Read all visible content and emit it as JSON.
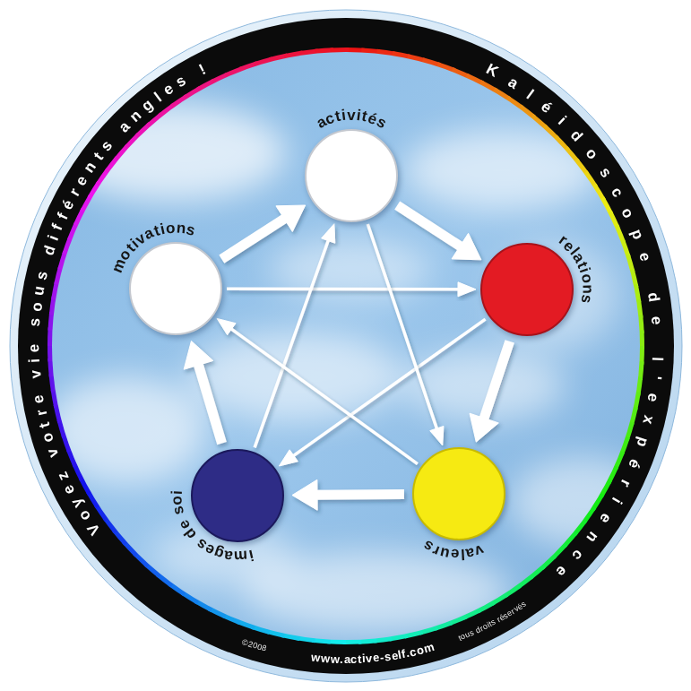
{
  "diagram": {
    "nodes": [
      {
        "text": [
          "activités"
        ]
      },
      {
        "text": [
          "relations"
        ]
      },
      {
        "text": [
          "valeurs"
        ]
      },
      {
        "text": [
          "images de soi"
        ]
      },
      {
        "text": [
          "motivations"
        ]
      }
    ],
    "edges": [
      {
        "from": 4,
        "to": 0,
        "arrow": "to"
      },
      {
        "from": 0,
        "to": 1,
        "arrow": "to"
      },
      {
        "from": 1,
        "to": 2,
        "arrow": "to"
      },
      {
        "from": 2,
        "to": 3,
        "arrow": "to"
      },
      {
        "from": 3,
        "to": 4,
        "arrow": "to"
      },
      {
        "from": 4,
        "to": 1,
        "arrow": "to"
      },
      {
        "from": 1,
        "to": 3,
        "arrow": "to"
      },
      {
        "from": 3,
        "to": 0,
        "arrow": "to"
      },
      {
        "from": 0,
        "to": 2,
        "arrow": "to"
      },
      {
        "from": 2,
        "to": 4,
        "arrow": "to"
      }
    ],
    "labels": [
      "Voyez votre vie sous différents angles !",
      "Kaléidoscope de l'expérience",
      "©2008",
      "www.active-self.com",
      "tous droits réservés"
    ]
  }
}
